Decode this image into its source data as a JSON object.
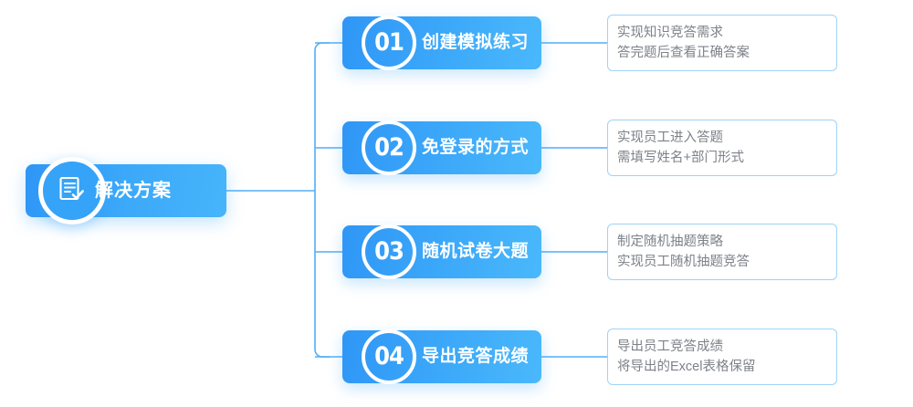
{
  "diagram": {
    "type": "horizontal-tree-flow",
    "root": {
      "label": "解决方案",
      "icon": "document-check-icon"
    },
    "accent_colors": {
      "card_gradient_start": "#2f96f6",
      "card_gradient_end": "#4ab8fb",
      "connector_line": "#53aef5",
      "desc_border": "#9fd2f7",
      "desc_text": "#7d8289",
      "card_text": "#ffffff"
    },
    "steps": [
      {
        "number": "01",
        "title": "创建模拟练习",
        "desc_line1": "实现知识竞答需求",
        "desc_line2": "答完题后查看正确答案"
      },
      {
        "number": "02",
        "title": "免登录的方式",
        "desc_line1": "实现员工进入答题",
        "desc_line2": "需填写姓名+部门形式"
      },
      {
        "number": "03",
        "title": "随机试卷大题",
        "desc_line1": "制定随机抽题策略",
        "desc_line2": "实现员工随机抽题竞答"
      },
      {
        "number": "04",
        "title": "导出竞答成绩",
        "desc_line1": "导出员工竞答成绩",
        "desc_line2": "将导出的Excel表格保留"
      }
    ]
  }
}
